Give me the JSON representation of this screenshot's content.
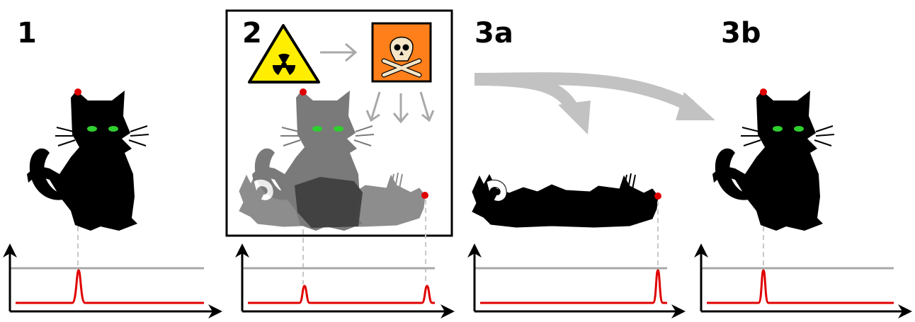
{
  "panels": [
    {
      "label": "1"
    },
    {
      "label": "2"
    },
    {
      "label": "3a"
    },
    {
      "label": "3b"
    }
  ],
  "icons": {
    "radiation": "radiation-icon",
    "poison": "skull-crossbones-icon"
  },
  "colors": {
    "cat": "#000000",
    "cat_ghost": "#7a7a7a",
    "cat_overlap": "#3c3c3c",
    "eye": "#2fcf2f",
    "marker": "#e00000",
    "peak": "#e00000",
    "baseline": "#a8a8a8",
    "flow_arrow": "#c2c2c2",
    "radiation_bg": "#ffee00",
    "poison_bg": "#ff7f1a",
    "skull": "#f5e6c8"
  }
}
